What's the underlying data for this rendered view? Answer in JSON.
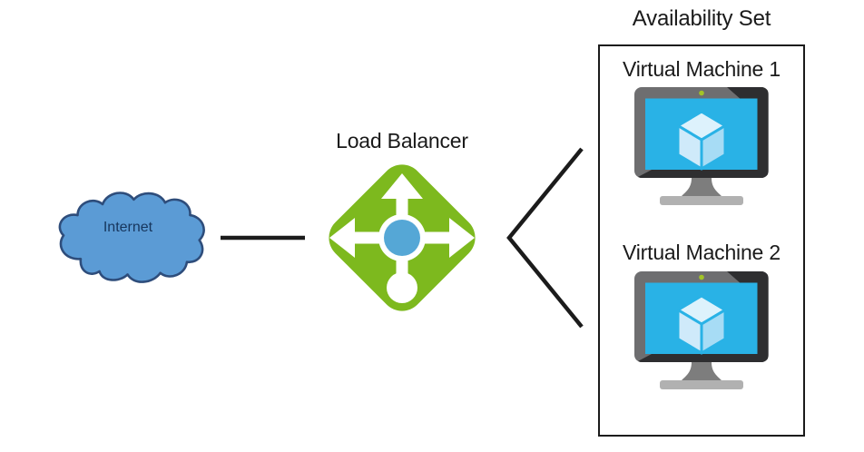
{
  "diagram": {
    "internet": {
      "label": "Internet"
    },
    "load_balancer": {
      "label": "Load Balancer"
    },
    "availability_set": {
      "title": "Availability Set",
      "vms": [
        {
          "label": "Virtual Machine 1"
        },
        {
          "label": "Virtual Machine 2"
        }
      ]
    },
    "icons": {
      "cloud": "internet-cloud-icon",
      "load_balancer": "load-balancer-icon",
      "vm": "virtual-machine-monitor-icon"
    }
  },
  "colors": {
    "cloud-fill": "#5b9bd5",
    "cloud-stroke": "#2e4d7b",
    "internet-text": "#17365d",
    "line": "#1b1b1b",
    "lb-green": "#7db91e",
    "lb-blue": "#55a7d6",
    "monitor-frame": "#6e6e70",
    "monitor-frame-dark": "#2e2e30",
    "screen": "#29b2e6",
    "cube-top": "#ddf2fc",
    "cube-left": "#cfeafa",
    "cube-right": "#a7dcf5",
    "led": "#a2c427",
    "stand": "#7d7d7d",
    "base": "#b1b1b1",
    "box-border": "#1b1b1b",
    "label-text": "#1a1a1a"
  }
}
